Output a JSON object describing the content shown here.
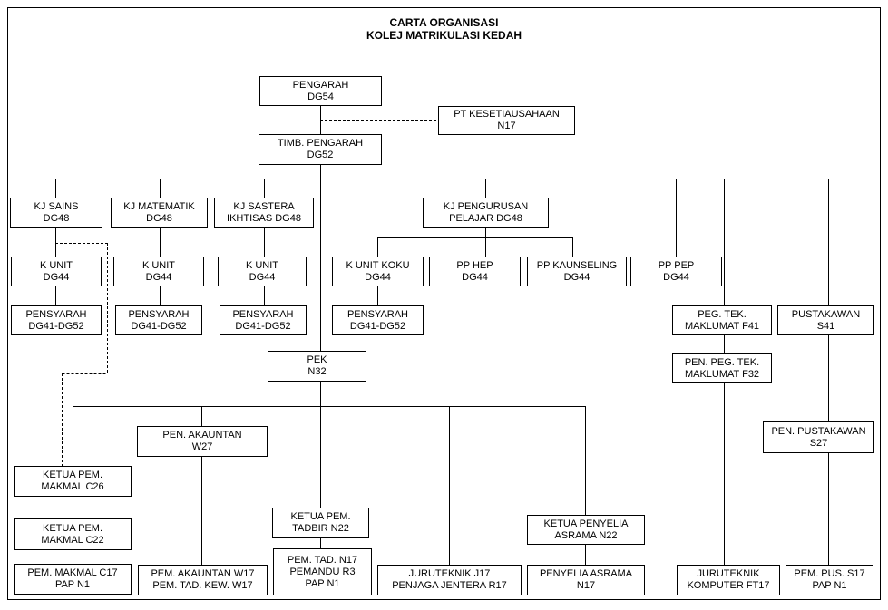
{
  "title": {
    "line1": "CARTA ORGANISASI",
    "line2": "KOLEJ MATRIKULASI KEDAH"
  },
  "boxes": {
    "pengarah": [
      "PENGARAH",
      "DG54"
    ],
    "pt_kesetiausahaan": [
      "PT KESETIAUSAHAAN",
      "N17"
    ],
    "timb_pengarah": [
      "TIMB. PENGARAH",
      "DG52"
    ],
    "kj_sains": [
      "KJ SAINS",
      "DG48"
    ],
    "kj_matematik": [
      "KJ MATEMATIK",
      "DG48"
    ],
    "kj_sastera": [
      "KJ SASTERA",
      "IKHTISAS DG48"
    ],
    "kj_pengurusan": [
      "KJ PENGURUSAN",
      "PELAJAR DG48"
    ],
    "kunit_sains": [
      "K UNIT",
      "DG44"
    ],
    "kunit_mat": [
      "K UNIT",
      "DG44"
    ],
    "kunit_sas": [
      "K UNIT",
      "DG44"
    ],
    "kunit_koku": [
      "K UNIT KOKU",
      "DG44"
    ],
    "pp_hep": [
      "PP HEP",
      "DG44"
    ],
    "pp_kaunseling": [
      "PP KAUNSELING",
      "DG44"
    ],
    "pp_pep": [
      "PP PEP",
      "DG44"
    ],
    "pensyarah_sains": [
      "PENSYARAH",
      "DG41-DG52"
    ],
    "pensyarah_mat": [
      "PENSYARAH",
      "DG41-DG52"
    ],
    "pensyarah_sas": [
      "PENSYARAH",
      "DG41-DG52"
    ],
    "pensyarah_koku": [
      "PENSYARAH",
      "DG41-DG52"
    ],
    "peg_tek": [
      "PEG. TEK.",
      "MAKLUMAT F41"
    ],
    "pen_peg_tek": [
      "PEN. PEG. TEK.",
      "MAKLUMAT F32"
    ],
    "pustakawan": [
      "PUSTAKAWAN",
      "S41"
    ],
    "pen_pustakawan": [
      "PEN. PUSTAKAWAN",
      "S27"
    ],
    "pek": [
      "PEK",
      "N32"
    ],
    "pen_akauntan": [
      "PEN. AKAUNTAN",
      "W27"
    ],
    "ketua_makmal_c26": [
      "KETUA PEM.",
      "MAKMAL C26"
    ],
    "ketua_makmal_c22": [
      "KETUA PEM.",
      "MAKMAL C22"
    ],
    "pem_makmal": [
      "PEM. MAKMAL C17",
      "PAP N1"
    ],
    "pem_akauntan": [
      "PEM. AKAUNTAN W17",
      "PEM. TAD. KEW. W17"
    ],
    "ketua_tadbir": [
      "KETUA PEM.",
      "TADBIR N22"
    ],
    "pem_tad": [
      "PEM. TAD. N17",
      "PEMANDU R3",
      "PAP N1"
    ],
    "juruteknik_j17": [
      "JURUTEKNIK J17",
      "PENJAGA JENTERA R17"
    ],
    "ketua_penyelia": [
      "KETUA PENYELIA",
      "ASRAMA N22"
    ],
    "penyelia_asrama": [
      "PENYELIA ASRAMA",
      "N17"
    ],
    "juruteknik_komputer": [
      "JURUTEKNIK",
      "KOMPUTER FT17"
    ],
    "pem_pus": [
      "PEM. PUS. S17",
      "PAP N1"
    ]
  }
}
